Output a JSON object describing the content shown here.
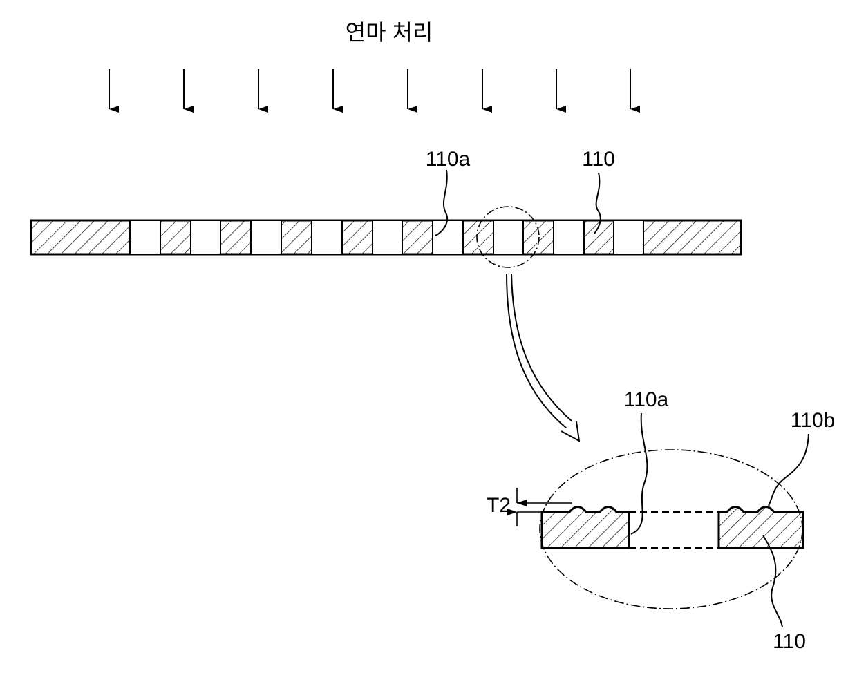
{
  "title": "연마 처리",
  "labels": {
    "top_opening": "110a",
    "top_mask": "110",
    "zoom_opening": "110a",
    "zoom_bump": "110b",
    "zoom_mask": "110",
    "thickness": "T2"
  }
}
